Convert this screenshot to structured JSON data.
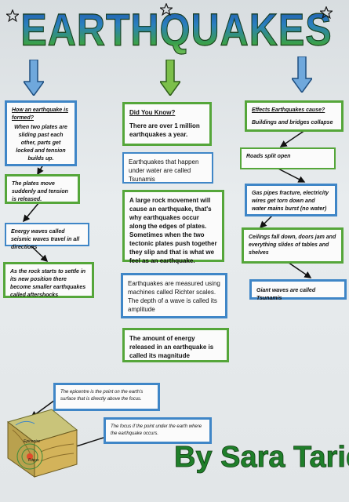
{
  "title": "EARTHQUAKES",
  "left_column": {
    "box1": {
      "heading": "How an earthquake is formed?",
      "body": "When two plates are sliding past each other, parts get locked and tension builds up."
    },
    "box2": "The plates move suddenly and tension is released.",
    "box3": "Energy waves called seismic waves travel in all directions",
    "box4": "As the rock starts to settle in its new position there become smaller earthquakes called aftershocks"
  },
  "middle_column": {
    "did_you_know": {
      "heading": "Did You Know?",
      "body": "There are over 1 million earthquakes a year."
    },
    "tsunamis": "Earthquakes that happen under water are called Tsunamis",
    "rock_movement": "A large rock movement will cause an earthquake, that's why earthquakes occur along the edges of plates. Sometimes when the two tectonic plates push together they slip and that is what we feel as an earthquake.",
    "richter": "Earthquakes are measured using machines called Richter scales. The depth of a wave is called its amplitude",
    "magnitude": "The amount of energy released in an earthquake is called its magnitude"
  },
  "right_column": {
    "effects": {
      "heading": "Effects Earthquakes cause?",
      "body": "Buildings and bridges collapse"
    },
    "roads": "Roads split open",
    "gas": "Gas pipes fracture, electricity wires get torn down and water mains burst (no water)",
    "ceilings": "Ceilings fall down, doors jam and everything slides of tables and shelves",
    "giant_waves": "Giant waves are called Tsunamis"
  },
  "bottom": {
    "epicentre": "The epicentre is the point on the earth's surface that is directly above the focus.",
    "focus": "The focus if the point under the earth where the earthquake occurs.",
    "diagram_label_epicentre": "Epicentre",
    "diagram_label_focus": "Focus"
  },
  "byline": "By Sara Tariq",
  "colors": {
    "blue_border": "#3f86c7",
    "green_border": "#55a63a",
    "title_green": "#2d8a2f",
    "title_blue": "#1f4fa3"
  }
}
